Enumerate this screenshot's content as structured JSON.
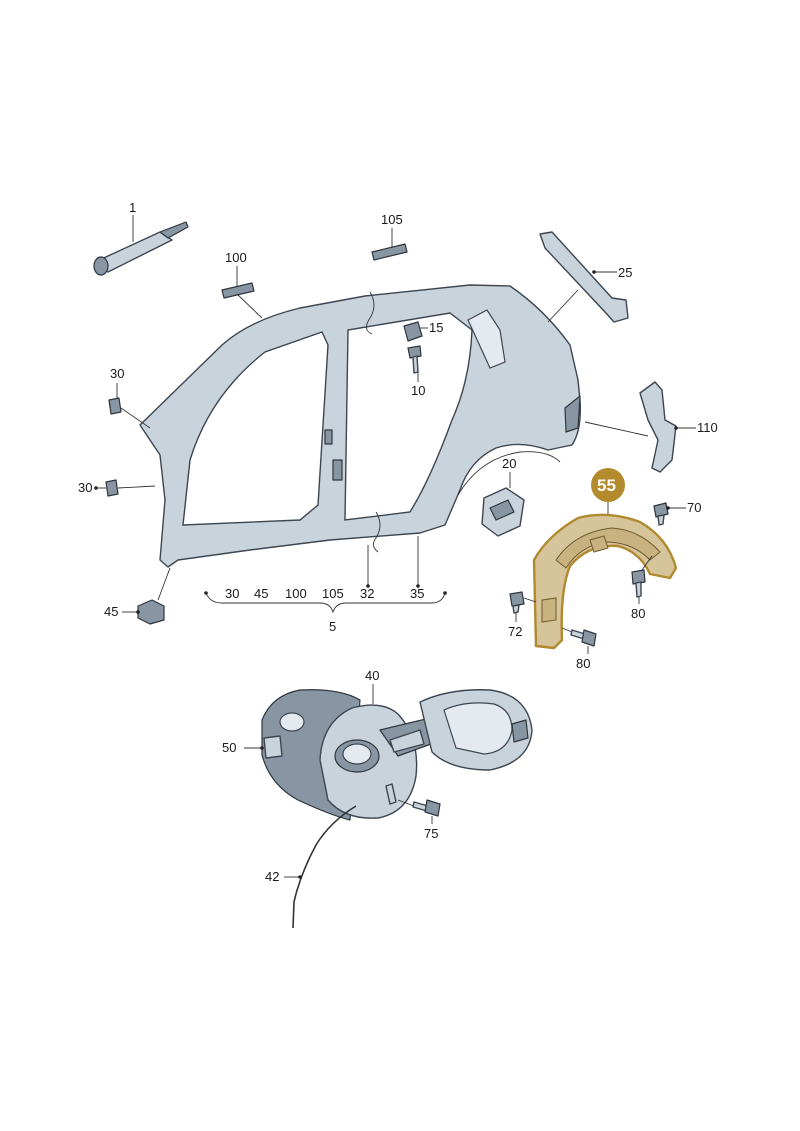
{
  "callouts": {
    "c1": "1",
    "c105": "105",
    "c100": "100",
    "c25": "25",
    "c15": "15",
    "c10": "10",
    "c30a": "30",
    "c30b": "30",
    "c20": "20",
    "c110": "110",
    "c55": "55",
    "c70": "70",
    "c45": "45",
    "c32": "32",
    "c35": "35",
    "c72": "72",
    "c80a": "80",
    "c80b": "80",
    "c40": "40",
    "c50": "50",
    "c75": "75",
    "c42": "42",
    "c5": "5"
  },
  "group5": {
    "items": [
      "30",
      "45",
      "100",
      "105",
      "32",
      "35"
    ]
  },
  "colors": {
    "highlight": "#b38a2c",
    "part_fill": "#c9d3dc",
    "liner_fill": "#d6c49a"
  }
}
